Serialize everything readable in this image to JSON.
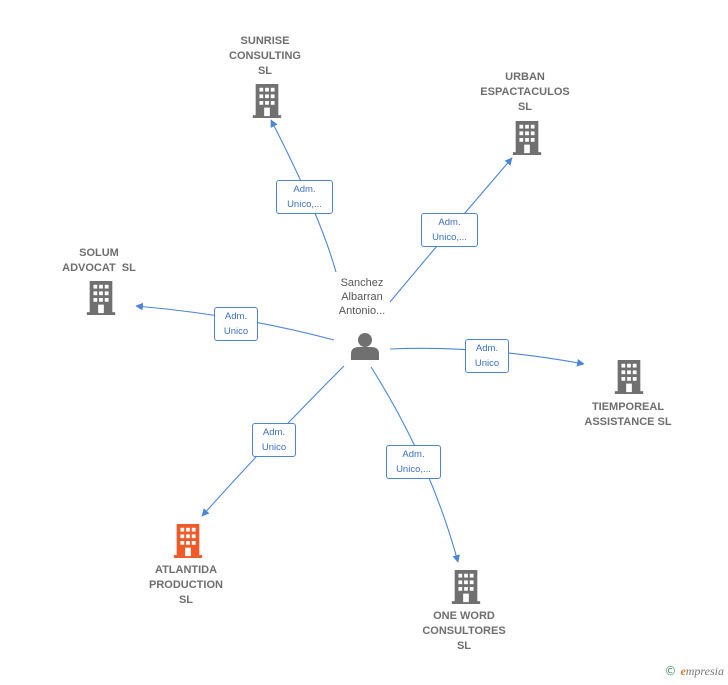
{
  "center": {
    "lines": [
      "Sanchez",
      "Albarran",
      "Antonio..."
    ],
    "icon": "person-icon",
    "color": "#707070"
  },
  "companies": [
    {
      "id": "sunrise",
      "lines": [
        "SUNRISE",
        "CONSULTING",
        "SL"
      ],
      "icon": "building-icon",
      "color": "#707070"
    },
    {
      "id": "urban",
      "lines": [
        "URBAN",
        "ESPACTACULOS",
        "SL"
      ],
      "icon": "building-icon",
      "color": "#707070"
    },
    {
      "id": "solum",
      "lines": [
        "SOLUM",
        "ADVOCAT  SL"
      ],
      "icon": "building-icon",
      "color": "#707070"
    },
    {
      "id": "tiempo",
      "lines": [
        "TIEMPOREAL",
        "ASSISTANCE SL"
      ],
      "icon": "building-icon",
      "color": "#707070"
    },
    {
      "id": "atlantida",
      "lines": [
        "ATLANTIDA",
        "PRODUCTION",
        "SL"
      ],
      "icon": "building-icon",
      "color": "#f05a28"
    },
    {
      "id": "oneword",
      "lines": [
        "ONE WORD",
        "CONSULTORES",
        "SL"
      ],
      "icon": "building-icon",
      "color": "#707070"
    }
  ],
  "edges": [
    {
      "to": "sunrise",
      "lines": [
        "Adm.",
        "Unico,..."
      ]
    },
    {
      "to": "urban",
      "lines": [
        "Adm.",
        "Unico,..."
      ]
    },
    {
      "to": "solum",
      "lines": [
        "Adm.",
        "Unico"
      ]
    },
    {
      "to": "tiempo",
      "lines": [
        "Adm.",
        "Unico"
      ]
    },
    {
      "to": "atlantida",
      "lines": [
        "Adm.",
        "Unico"
      ]
    },
    {
      "to": "oneword",
      "lines": [
        "Adm.",
        "Unico,..."
      ]
    }
  ],
  "colors": {
    "edge": "#4a86d8",
    "edge_text": "#3a6fc0"
  },
  "footer": {
    "copyright": "©",
    "brand_first": "e",
    "brand_rest": "mpresia"
  }
}
